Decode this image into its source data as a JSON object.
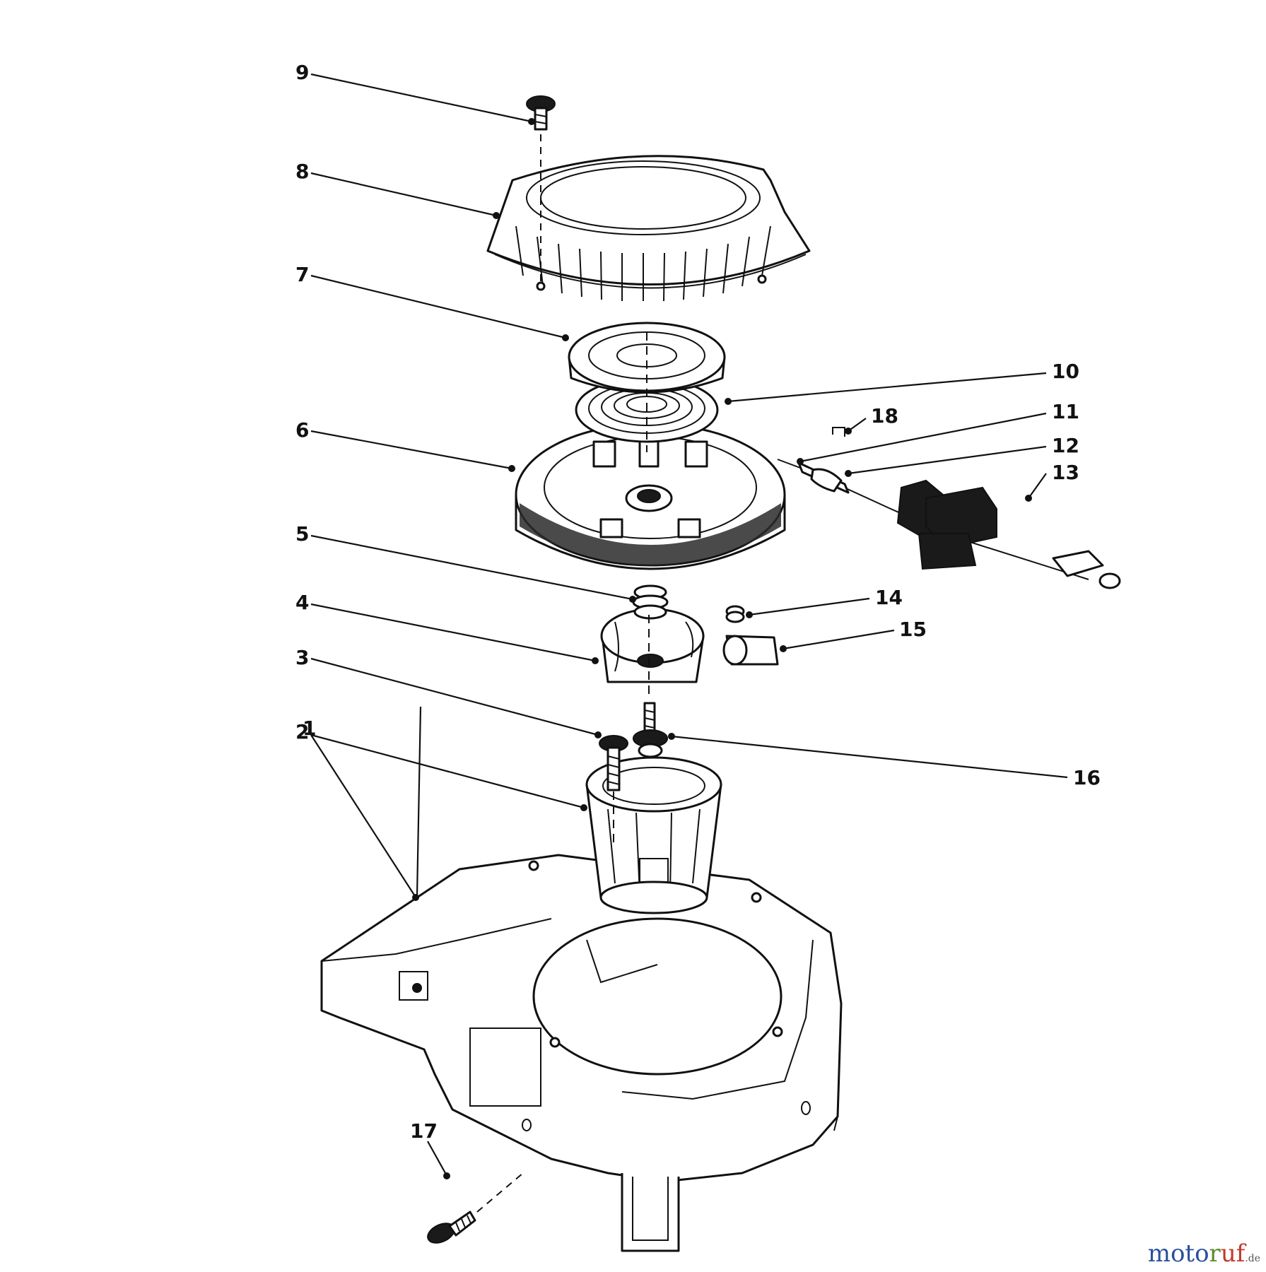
{
  "callouts": [
    {
      "n": "1"
    },
    {
      "n": "2"
    },
    {
      "n": "3"
    },
    {
      "n": "4"
    },
    {
      "n": "5"
    },
    {
      "n": "6"
    },
    {
      "n": "7"
    },
    {
      "n": "8"
    },
    {
      "n": "9"
    },
    {
      "n": "10"
    },
    {
      "n": "11"
    },
    {
      "n": "12"
    },
    {
      "n": "13"
    },
    {
      "n": "14"
    },
    {
      "n": "15"
    },
    {
      "n": "16"
    },
    {
      "n": "17"
    },
    {
      "n": "18"
    }
  ],
  "watermark": {
    "part1": "moto",
    "part2": "r",
    "part3": "uf",
    "suffix": ".de"
  }
}
